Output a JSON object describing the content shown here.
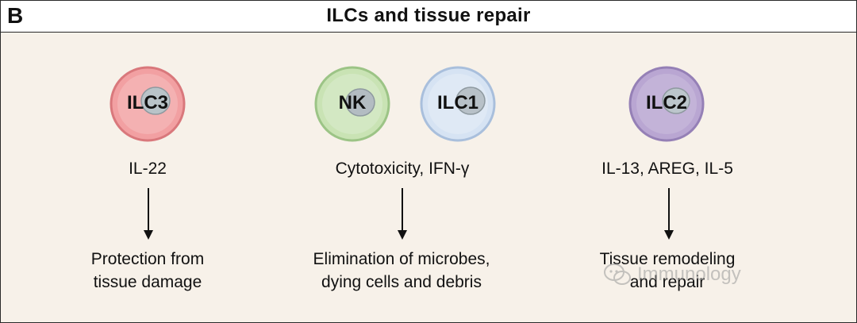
{
  "header": {
    "panel_letter": "B",
    "title": "ILCs and tissue repair"
  },
  "columns": [
    {
      "cells": [
        {
          "label": "ILC3",
          "fill": "#f2a0a2",
          "edge": "#d9787c",
          "nucleus": "#b9c3c8"
        }
      ],
      "mediators": "IL-22",
      "outcome": [
        "Protection from",
        "tissue damage"
      ]
    },
    {
      "cells": [
        {
          "label": "NK",
          "fill": "#c9e3b4",
          "edge": "#9cc486",
          "nucleus": "#b3bcc2"
        },
        {
          "label": "ILC1",
          "fill": "#d6e3f3",
          "edge": "#a9bfdc",
          "nucleus": "#b8c1c8"
        }
      ],
      "mediators": "Cytotoxicity, IFN-γ",
      "outcome": [
        "Elimination of microbes,",
        "dying cells and debris"
      ]
    },
    {
      "cells": [
        {
          "label": "ILC2",
          "fill": "#b9a6d2",
          "edge": "#9580b6",
          "nucleus": "#bcc6cc"
        }
      ],
      "mediators": "IL-13, AREG, IL-5",
      "outcome": [
        "Tissue remodeling",
        "and repair"
      ]
    }
  ],
  "watermark": "Immunology"
}
